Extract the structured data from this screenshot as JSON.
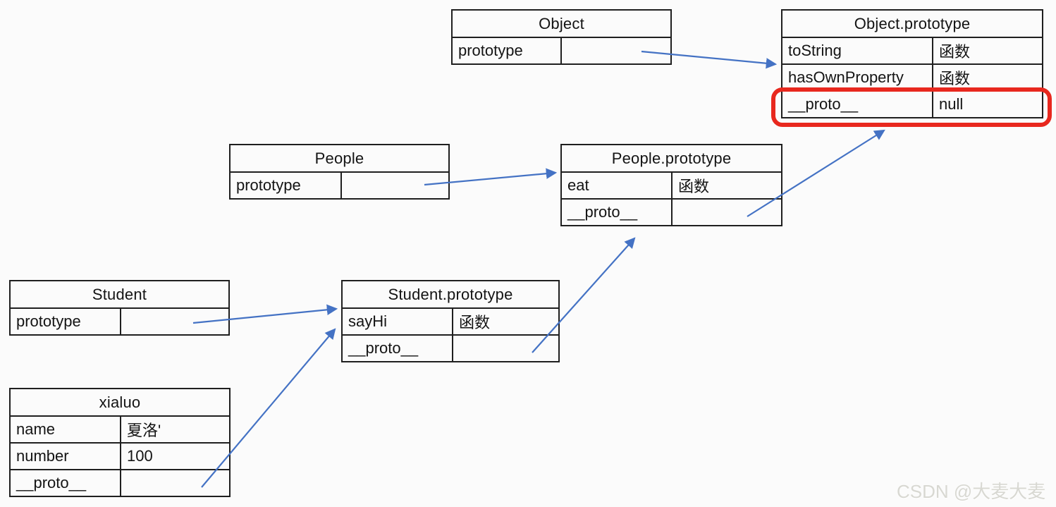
{
  "diagram": {
    "description": "JavaScript prototype chain diagram",
    "watermark": "CSDN @大麦大麦",
    "colors": {
      "arrow": "#4472c4",
      "highlight_box": "#e8281e",
      "table_border": "#1f1f1f",
      "background": "#fbfbfb"
    },
    "tables": {
      "object": {
        "title": "Object",
        "rows": [
          {
            "key": "prototype",
            "value": ""
          }
        ]
      },
      "object_prototype": {
        "title": "Object.prototype",
        "rows": [
          {
            "key": "toString",
            "value": "函数"
          },
          {
            "key": "hasOwnProperty",
            "value": "函数"
          },
          {
            "key": "__proto__",
            "value": "null",
            "highlighted": true
          }
        ]
      },
      "people": {
        "title": "People",
        "rows": [
          {
            "key": "prototype",
            "value": ""
          }
        ]
      },
      "people_prototype": {
        "title": "People.prototype",
        "rows": [
          {
            "key": "eat",
            "value": "函数"
          },
          {
            "key": "__proto__",
            "value": ""
          }
        ]
      },
      "student": {
        "title": "Student",
        "rows": [
          {
            "key": "prototype",
            "value": ""
          }
        ]
      },
      "student_prototype": {
        "title": "Student.prototype",
        "rows": [
          {
            "key": "sayHi",
            "value": "函数"
          },
          {
            "key": "__proto__",
            "value": ""
          }
        ]
      },
      "xialuo": {
        "title": "xialuo",
        "rows": [
          {
            "key": "name",
            "value": "夏洛'"
          },
          {
            "key": "number",
            "value": "100"
          },
          {
            "key": "__proto__",
            "value": ""
          }
        ]
      }
    },
    "arrows": [
      {
        "from": "Object.prototype cell",
        "to": "Object.prototype table"
      },
      {
        "from": "People.prototype cell",
        "to": "People.prototype table"
      },
      {
        "from": "People.prototype.__proto__ cell",
        "to": "Object.prototype.__proto__ row"
      },
      {
        "from": "Student.prototype cell",
        "to": "Student.prototype table"
      },
      {
        "from": "xialuo.__proto__ cell",
        "to": "Student.prototype table"
      },
      {
        "from": "Student.prototype.__proto__ cell",
        "to": "People.prototype table"
      }
    ],
    "highlight": {
      "table": "object_prototype",
      "row": "__proto__",
      "note": "red rounded box around __proto__ : null"
    }
  }
}
